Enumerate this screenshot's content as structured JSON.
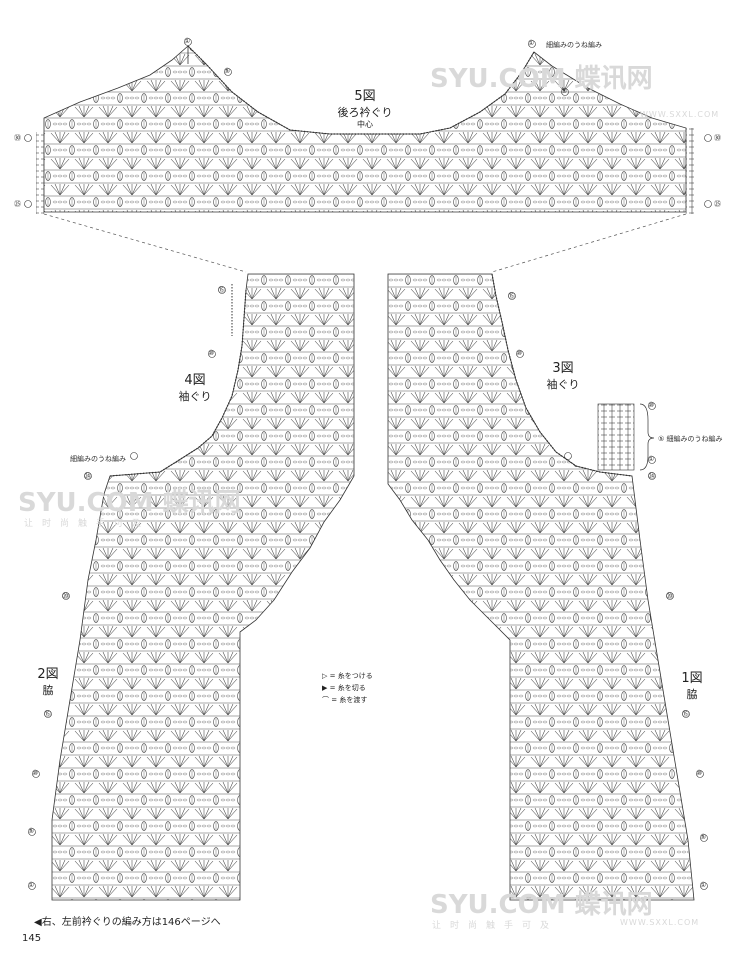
{
  "page_number": "145",
  "footnote": "◀右、左前衿ぐりの編み方は146ページへ",
  "labels": {
    "fig5": {
      "title": "5図",
      "sub": "後ろ衿ぐり",
      "center": "中心"
    },
    "fig4": {
      "title": "4図",
      "sub": "袖ぐり"
    },
    "fig3": {
      "title": "3図",
      "sub": "袖ぐり"
    },
    "fig2": {
      "title": "2図",
      "sub": "脇"
    },
    "fig1": {
      "title": "1図",
      "sub": "脇"
    }
  },
  "annotations": {
    "top_right": "細編みのうね編み",
    "left_armhole": "細編みのうね編み",
    "right_bracket": "細編みのうね編み",
    "right_bracket_num": "⑤"
  },
  "legend": [
    {
      "symbol": "▷",
      "text": "= 糸をつける"
    },
    {
      "symbol": "▶",
      "text": "= 糸を切る"
    },
    {
      "symbol": "⌒",
      "text": "= 糸を渡す"
    }
  ],
  "row_markers": {
    "top_left": [
      "①",
      "⑤",
      "⑩",
      "㉚",
      "㉕"
    ],
    "top_right": [
      "①",
      "⑤",
      "⑩",
      "㉚",
      "㉕"
    ],
    "mid_left": [
      "⑮",
      "⑩",
      "⑤",
      "①",
      "㉔",
      "㉕"
    ],
    "mid_right": [
      "⑮",
      "⑩",
      "⑤",
      "①",
      "⑩",
      "①",
      "㉔",
      "㉕"
    ],
    "low_left": [
      "⑳",
      "⑮",
      "⑩",
      "⑤",
      "①"
    ],
    "low_right": [
      "⑳",
      "⑮",
      "⑩",
      "⑤",
      "①"
    ]
  },
  "watermark": {
    "logo": "SYU.COM 蝶讯网",
    "url": "WWW.SXXL.COM",
    "sub": "让时尚触手可及"
  }
}
